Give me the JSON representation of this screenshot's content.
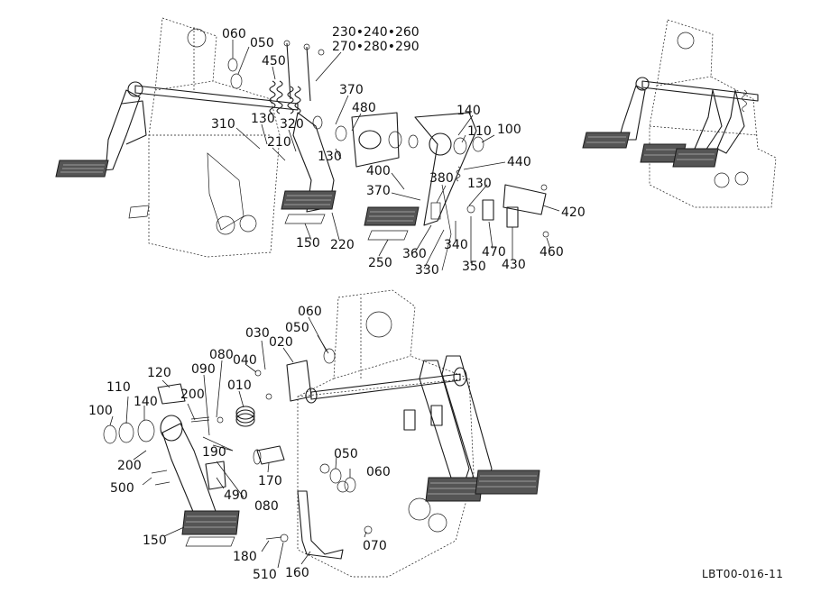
{
  "drawing_code": "LBT00-016-11",
  "top_labels": {
    "l060": "060",
    "l050": "050",
    "l450": "450",
    "l_group_a": "230•240•260",
    "l_group_b": "270•280•290",
    "l370a": "370",
    "l480": "480",
    "l310": "310",
    "l130a": "130",
    "l320": "320",
    "l210": "210",
    "l130b": "130",
    "l140": "140",
    "l110": "110",
    "l100": "100",
    "l440": "440",
    "l400": "400",
    "l380": "380",
    "l370b": "370",
    "l130c": "130",
    "l420": "420",
    "l150": "150",
    "l220": "220",
    "l250": "250",
    "l360": "360",
    "l340": "340",
    "l330": "330",
    "l350": "350",
    "l470": "470",
    "l430": "430",
    "l460": "460"
  },
  "bottom_labels": {
    "l060a": "060",
    "l050a": "050",
    "l030": "030",
    "l020": "020",
    "l080a": "080",
    "l040": "040",
    "l090": "090",
    "l120": "120",
    "l010": "010",
    "l200a": "200",
    "l110": "110",
    "l140": "140",
    "l100": "100",
    "l190": "190",
    "l200b": "200",
    "l050b": "050",
    "l060b": "060",
    "l170": "170",
    "l500": "500",
    "l490": "490",
    "l080b": "080",
    "l150": "150",
    "l070": "070",
    "l180": "180",
    "l510": "510",
    "l160": "160"
  }
}
